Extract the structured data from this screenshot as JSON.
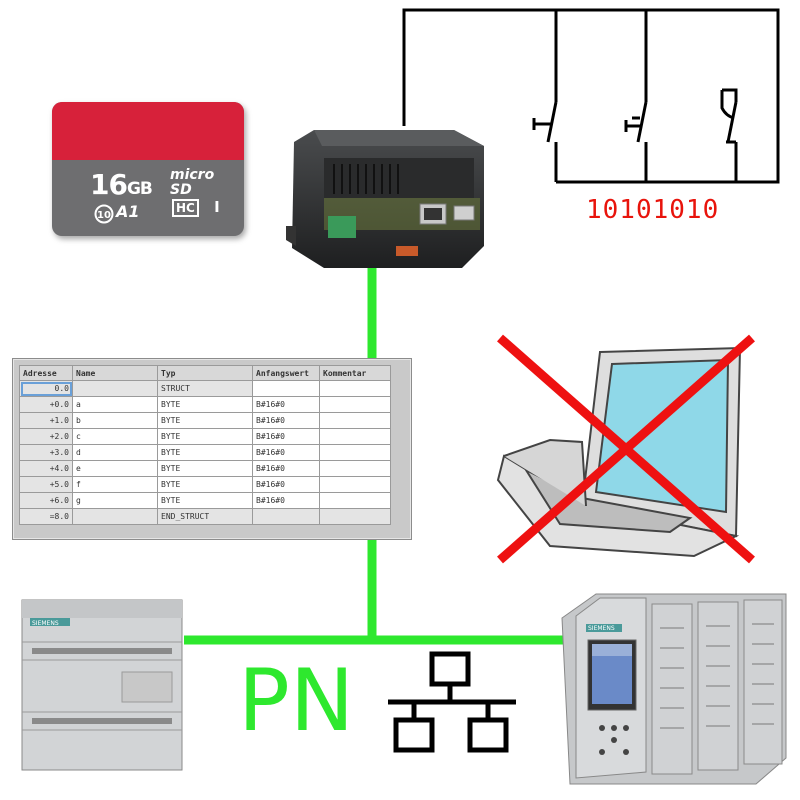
{
  "sd_card": {
    "capacity": "16",
    "unit": "GB",
    "brand_line1": "micro",
    "brand_line2": "SD",
    "speed_class": "10",
    "app_class": "A1",
    "type": "HC",
    "uhs": "I",
    "colors": {
      "top": "#d7213a",
      "body": "#6e6e70"
    }
  },
  "bits_value": "10101010",
  "network_label": "PN",
  "colors": {
    "link": "#2ee82e",
    "bits": "#e8140c",
    "cross": "#ee1111",
    "screen": "#8fd8e8"
  },
  "table": {
    "headers": [
      "Adresse",
      "Name",
      "Typ",
      "Anfangswert",
      "Kommentar"
    ],
    "rows": [
      {
        "addr": "0.0",
        "name": "",
        "type": "STRUCT",
        "init": ""
      },
      {
        "addr": "+0.0",
        "name": "a",
        "type": "BYTE",
        "init": "B#16#0"
      },
      {
        "addr": "+1.0",
        "name": "b",
        "type": "BYTE",
        "init": "B#16#0"
      },
      {
        "addr": "+2.0",
        "name": "c",
        "type": "BYTE",
        "init": "B#16#0"
      },
      {
        "addr": "+3.0",
        "name": "d",
        "type": "BYTE",
        "init": "B#16#0"
      },
      {
        "addr": "+4.0",
        "name": "e",
        "type": "BYTE",
        "init": "B#16#0"
      },
      {
        "addr": "+5.0",
        "name": "f",
        "type": "BYTE",
        "init": "B#16#0"
      },
      {
        "addr": "+6.0",
        "name": "g",
        "type": "BYTE",
        "init": "B#16#0"
      },
      {
        "addr": "=8.0",
        "name": "",
        "type": "END_STRUCT",
        "init": ""
      }
    ]
  },
  "plc_left": {
    "brand": "SIEMENS"
  },
  "plc_right": {
    "brand": "SIEMENS"
  }
}
